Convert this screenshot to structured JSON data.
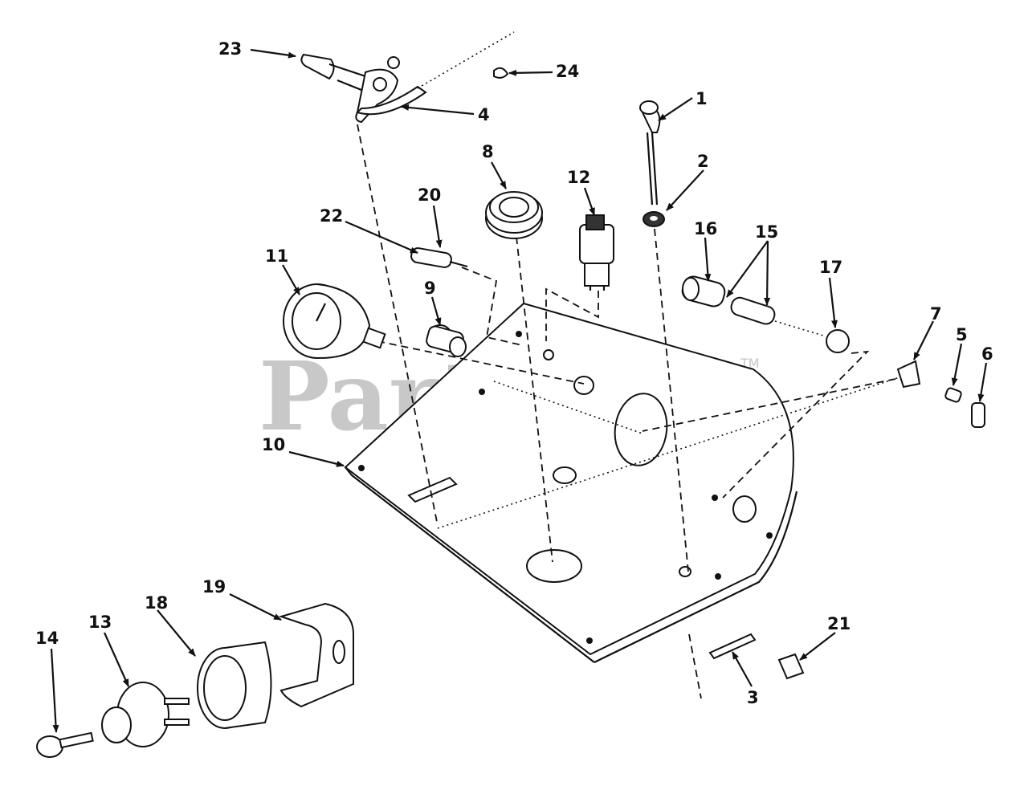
{
  "watermark": {
    "text": "PartsTree",
    "mark": "TM"
  },
  "callouts": {
    "c1": "1",
    "c2": "2",
    "c3": "3",
    "c4": "4",
    "c5": "5",
    "c6": "6",
    "c7": "7",
    "c8": "8",
    "c9": "9",
    "c10": "10",
    "c11": "11",
    "c12": "12",
    "c13": "13",
    "c14": "14",
    "c15": "15",
    "c16": "16",
    "c17": "17",
    "c18": "18",
    "c19": "19",
    "c20": "20",
    "c21": "21",
    "c22": "22",
    "c23": "23",
    "c24": "24"
  }
}
